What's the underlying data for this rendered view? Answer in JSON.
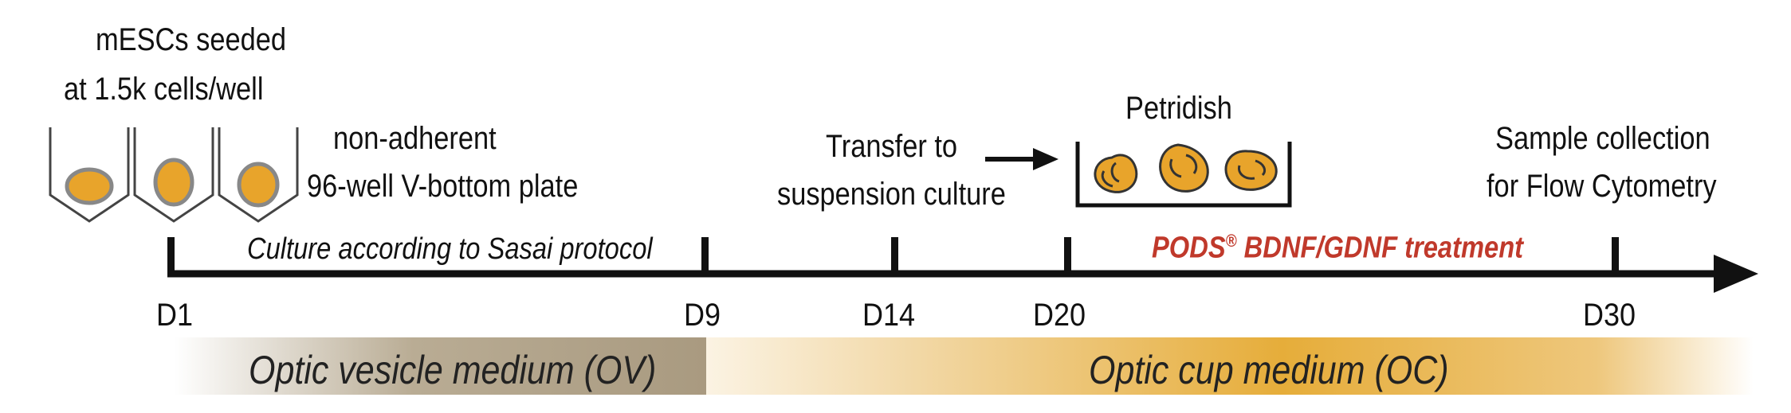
{
  "labels": {
    "mescs_line1": "mESCs seeded",
    "mescs_line2": "at 1.5k cells/well",
    "plate_line1": "non-adherent",
    "plate_line2": "96-well V-bottom plate",
    "transfer_line1": "Transfer to",
    "transfer_line2": "suspension culture",
    "petridish": "Petridish",
    "sample_line1": "Sample collection",
    "sample_line2": "for Flow Cytometry"
  },
  "timeline": {
    "culture_label": "Culture according to Sasai protocol",
    "treatment_prefix": "PODS",
    "treatment_mark": "®",
    "treatment_suffix": " BDNF/GDNF treatment",
    "days": [
      "D1",
      "D9",
      "D14",
      "D20",
      "D30"
    ]
  },
  "media": {
    "ov": "Optic vesicle medium (OV)",
    "oc": "Optic cup medium (OC)"
  },
  "colors": {
    "accent_red": "#c0392b",
    "organoid_orange": "#e8a42b",
    "ov_band": "#a99a80",
    "oc_band": "#e6ad3a",
    "cell_outline": "#444444"
  }
}
